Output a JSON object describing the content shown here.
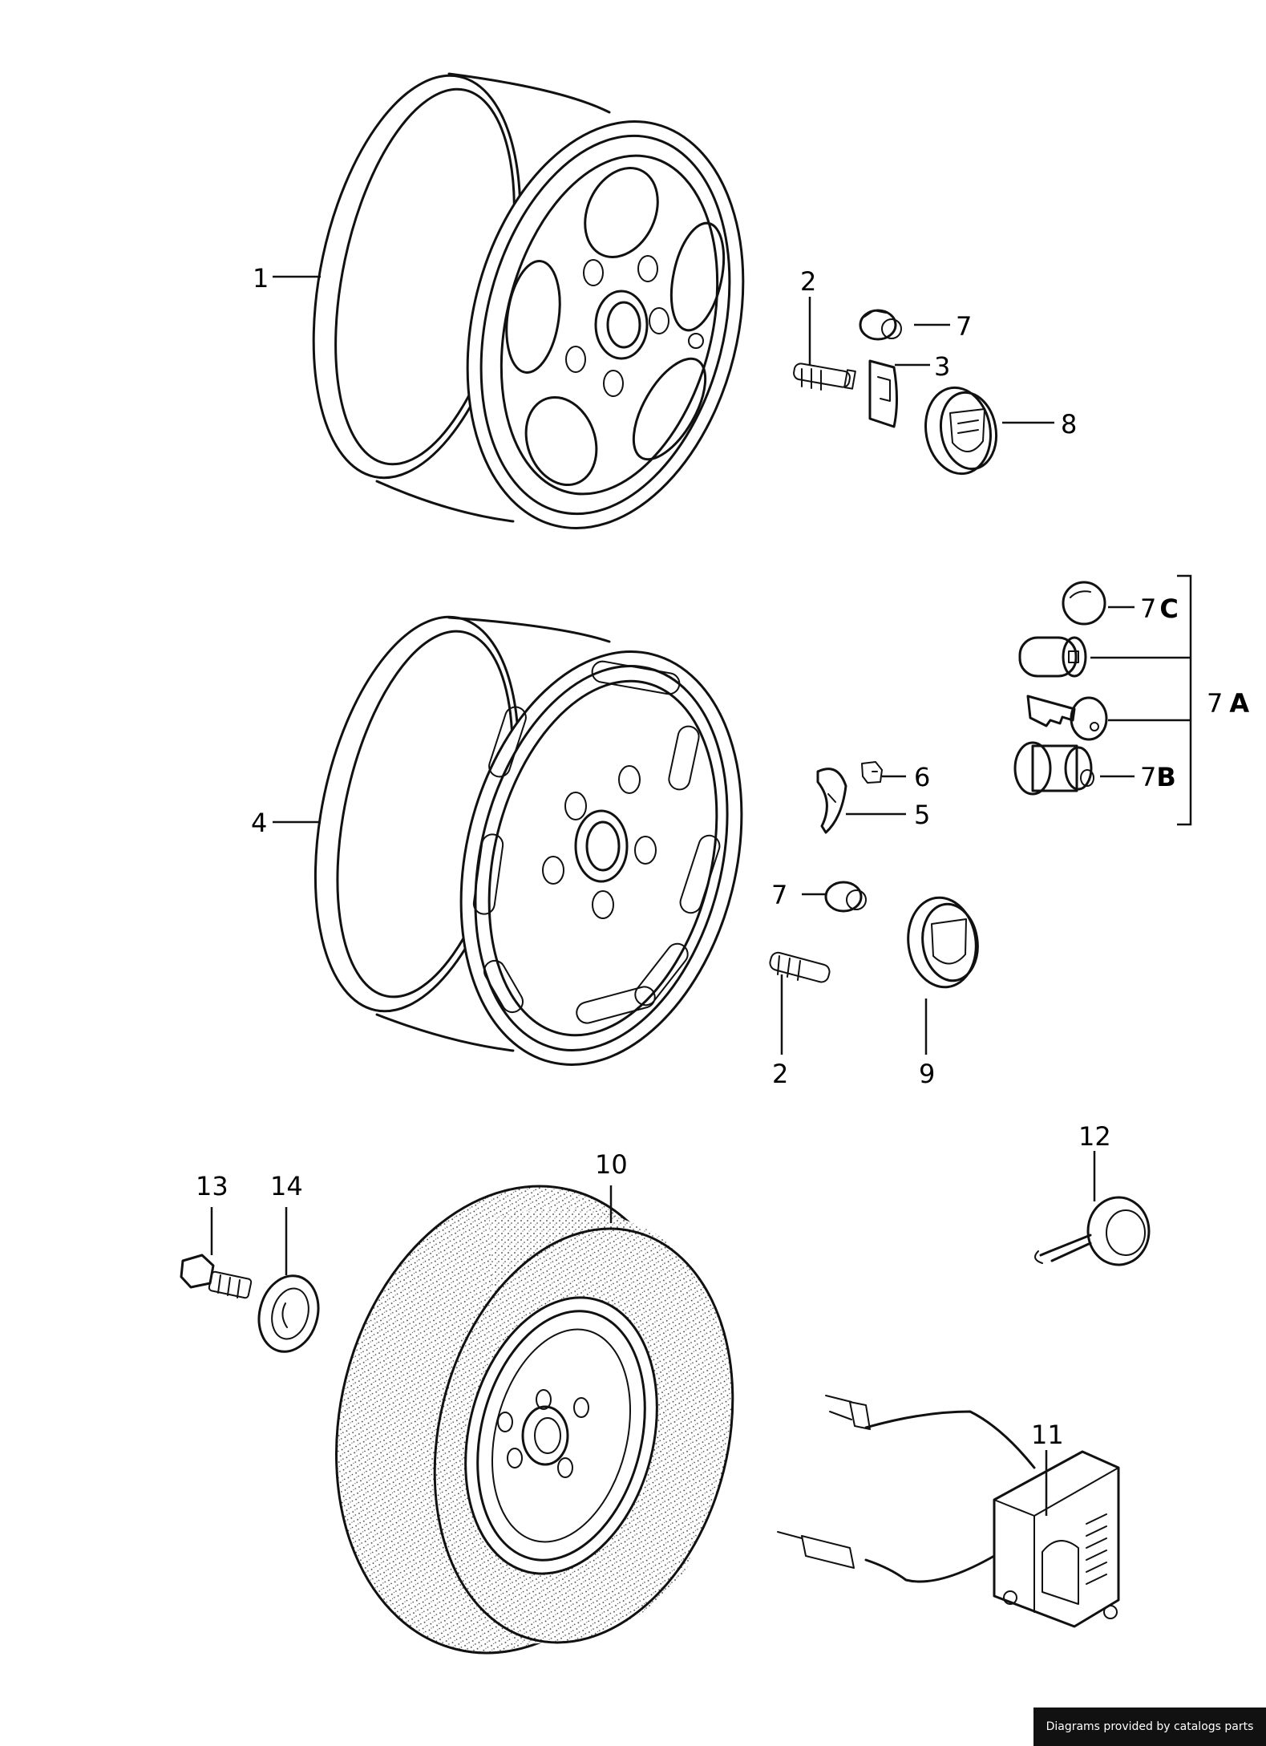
{
  "labels": {
    "l1": "1",
    "l2a": "2",
    "l3": "3",
    "l7a": "7",
    "l8": "8",
    "l7c": "7",
    "l7c_suffix": "C",
    "l7A": "7",
    "l7A_suffix": "A",
    "l7b": "7",
    "l7b_suffix": "B",
    "l6": "6",
    "l4": "4",
    "l5": "5",
    "l7b2": "7",
    "l2b": "2",
    "l9": "9",
    "l12": "12",
    "l13": "13",
    "l14": "14",
    "l10": "10",
    "l11": "11"
  },
  "footer": {
    "credit": "Diagrams provided by catalogs parts"
  },
  "colors": {
    "ink": "#111111",
    "paper": "#ffffff",
    "badge_bg": "#111111",
    "badge_text": "#ffffff"
  }
}
